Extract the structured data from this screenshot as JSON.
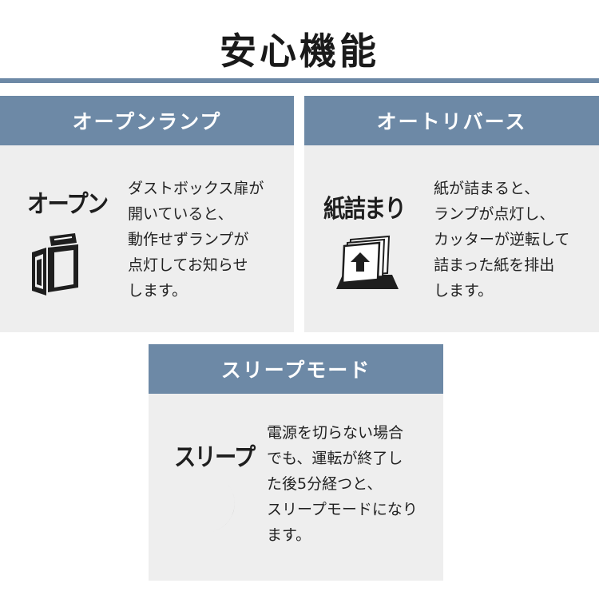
{
  "title": "安心機能",
  "features": [
    {
      "heading": "オープンランプ",
      "icon_label": "オープン",
      "icon": "shredder-open-icon",
      "description": [
        "ダストボックス扉が",
        "開いていると、",
        "動作せずランプが",
        "点灯してお知らせ",
        "します。"
      ]
    },
    {
      "heading": "オートリバース",
      "icon_label": "紙詰まり",
      "icon": "paper-jam-reverse-icon",
      "description": [
        "紙が詰まると、",
        "ランプが点灯し、",
        "カッターが逆転して",
        "詰まった紙を排出",
        "します。"
      ]
    },
    {
      "heading": "スリープモード",
      "icon_label": "スリープ",
      "icon": "crescent-moon-icon",
      "description": [
        "電源を切らない場合",
        "でも、運転が終了し",
        "た後5分経つと、",
        "スリープモードになり",
        "ます。"
      ]
    }
  ],
  "colors": {
    "accent": "#6d89a6",
    "card_background": "#eeeeee",
    "text": "#222222"
  }
}
